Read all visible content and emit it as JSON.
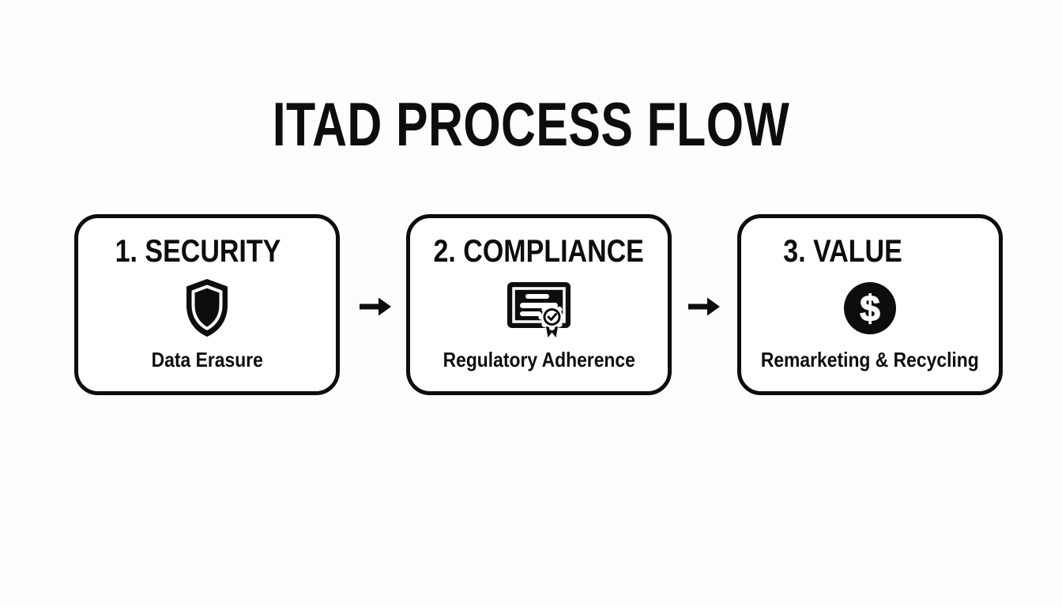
{
  "page": {
    "title": "ITAD PROCESS FLOW"
  },
  "colors": {
    "ink": "#0d0d0d",
    "background": "#fdfdfd",
    "card_fill": "#ffffff"
  },
  "steps": [
    {
      "heading": "1. SECURITY",
      "icon": "shield-icon",
      "caption": "Data Erasure"
    },
    {
      "heading": "2. COMPLIANCE",
      "icon": "certificate-icon",
      "caption": "Regulatory Adherence"
    },
    {
      "heading": "3. VALUE",
      "icon": "dollar-circle-icon",
      "caption": "Remarketing & Recycling"
    }
  ],
  "connectors": [
    {
      "icon": "arrow-right-icon"
    },
    {
      "icon": "arrow-right-icon"
    }
  ]
}
